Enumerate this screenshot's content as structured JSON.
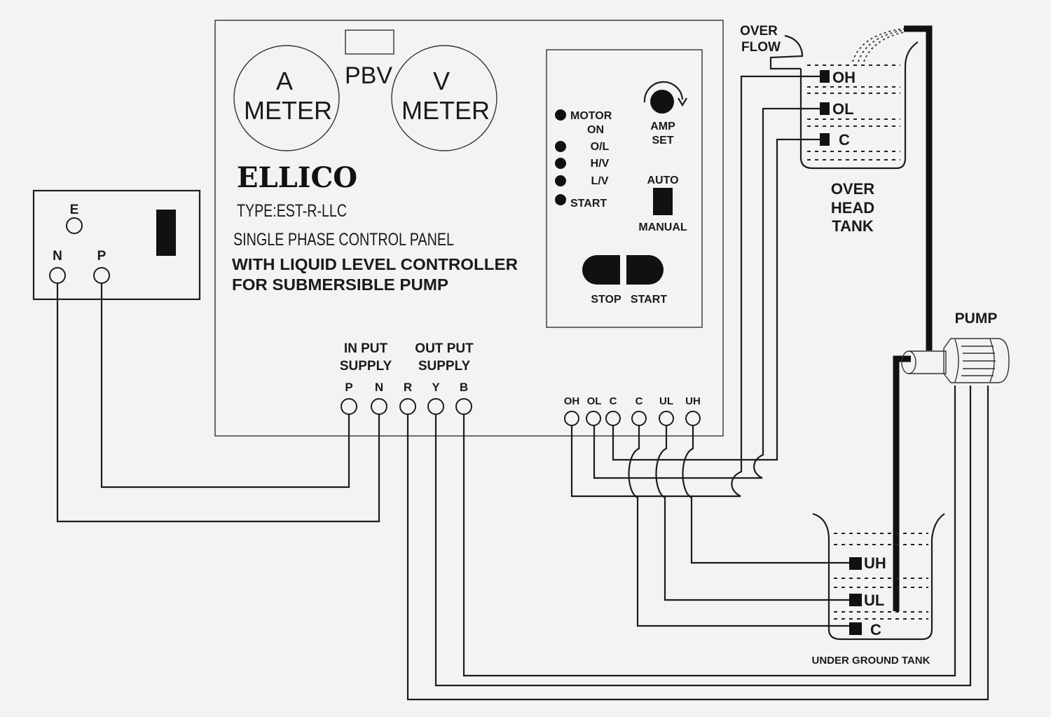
{
  "title": "Single Phase Control Panel with Liquid Level Controller wiring diagram",
  "socket": {
    "earth_label": "E",
    "neutral_label": "N",
    "phase_label": "P"
  },
  "panel": {
    "a_meter_line1": "A",
    "a_meter_line2": "METER",
    "v_meter_line1": "V",
    "v_meter_line2": "METER",
    "pbv_label": "PBV",
    "brand": "ELLICO",
    "type": "TYPE:EST-R-LLC",
    "desc_line1": "SINGLE PHASE CONTROL PANEL",
    "desc_line2": "WITH LIQUID LEVEL CONTROLLER",
    "desc_line3": "FOR SUBMERSIBLE PUMP",
    "indicators": [
      {
        "label": "MOTOR"
      },
      {
        "label": "ON"
      },
      {
        "label": "O/L"
      },
      {
        "label": "H/V"
      },
      {
        "label": "L/V"
      },
      {
        "label": "START"
      }
    ],
    "amp_set_line1": "AMP",
    "amp_set_line2": "SET",
    "auto_label": "AUTO",
    "manual_label": "MANUAL",
    "stop_label": "STOP",
    "start_label": "START",
    "input_supply_line1": "IN PUT",
    "input_supply_line2": "SUPPLY",
    "output_supply_line1": "OUT PUT",
    "output_supply_line2": "SUPPLY",
    "supply_terminals": [
      "P",
      "N",
      "R",
      "Y",
      "B"
    ],
    "sensor_terminals": [
      "OH",
      "OL",
      "C",
      "C",
      "UL",
      "UH"
    ]
  },
  "overhead_tank": {
    "overflow_line1": "OVER",
    "overflow_line2": "FLOW",
    "probes": [
      "OH",
      "OL",
      "C"
    ],
    "label_line1": "OVER",
    "label_line2": "HEAD",
    "label_line3": "TANK"
  },
  "pump": {
    "label": "PUMP"
  },
  "underground_tank": {
    "probes": [
      "UH",
      "UL",
      "C"
    ],
    "label": "UNDER GROUND TANK"
  }
}
